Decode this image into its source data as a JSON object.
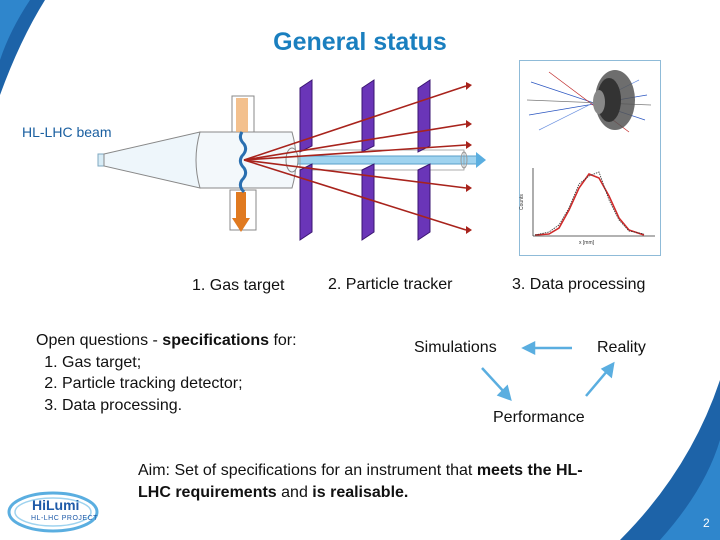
{
  "slide": {
    "title": "General status",
    "page_number": "2"
  },
  "diagram": {
    "beam_label": "HL-LHC beam",
    "stages": [
      {
        "label": "1. Gas target"
      },
      {
        "label": "2. Particle tracker"
      },
      {
        "label": "3. Data processing"
      }
    ]
  },
  "questions": {
    "lead_plain": "Open questions - ",
    "lead_bold": "specifications",
    "lead_tail": " for:",
    "items": [
      "Gas target;",
      "Particle tracking detector;",
      "Data processing."
    ]
  },
  "cycle": {
    "simulations": "Simulations",
    "reality": "Reality",
    "performance": "Performance"
  },
  "aim": {
    "part1": "Aim: Set of specifications for an instrument that ",
    "part2_bold": "meets the HL-LHC requirements",
    "part3": " and ",
    "part4_bold": "is realisable."
  },
  "logo": {
    "name": "HiLumi",
    "sub": "HL-LHC PROJECT"
  },
  "colors": {
    "title": "#1a7fbf",
    "accent_blue": "#1a5fa0",
    "arrow_blue": "#5aaee0",
    "tracker_purple": "#5a2aa0",
    "track_red": "#a8231c"
  }
}
